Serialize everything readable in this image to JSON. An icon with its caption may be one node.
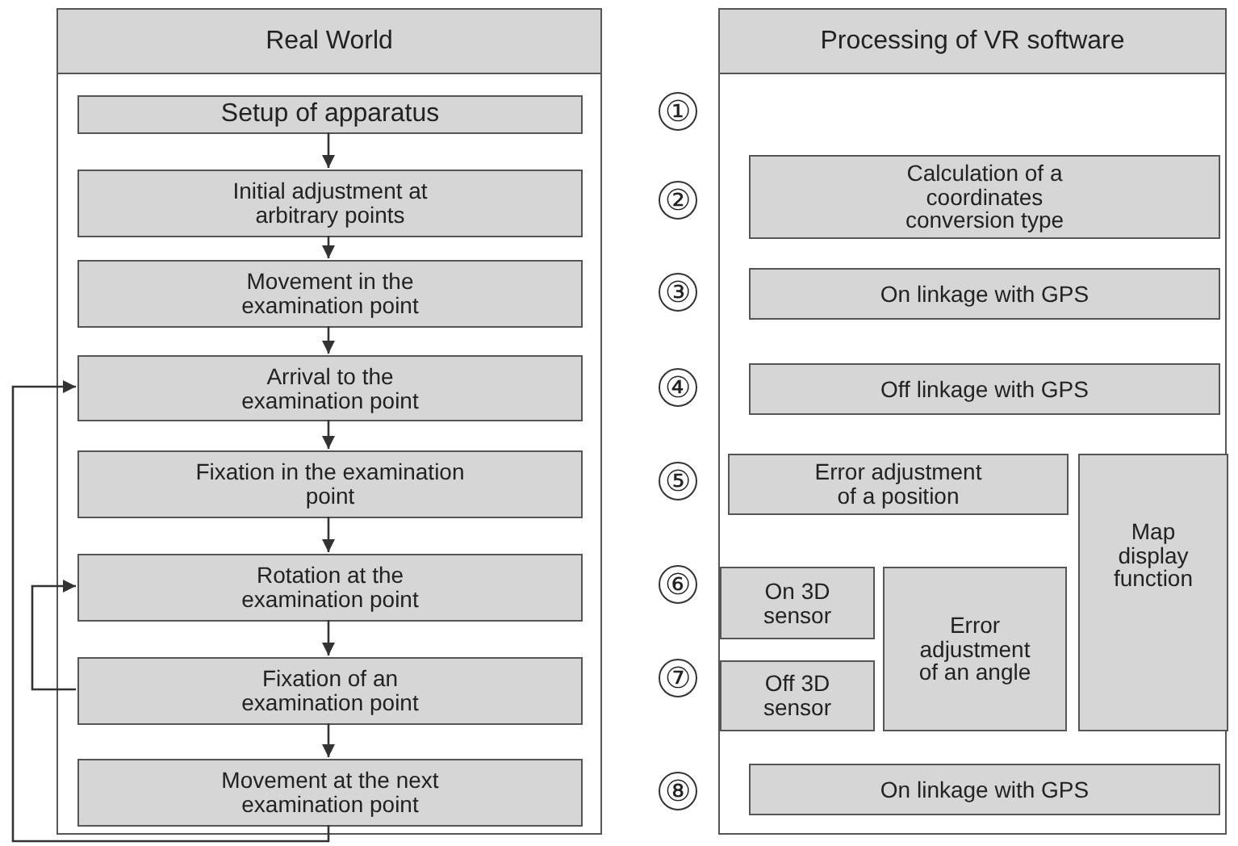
{
  "diagram": {
    "nodes": [
      {
        "text": [
          "Real World"
        ]
      },
      {
        "text": [
          "Setup of apparatus"
        ],
        "in": 0
      },
      {
        "text": [
          "Initial adjustment at arbitrary points"
        ],
        "in": 0
      },
      {
        "text": [
          "Movement in the examination point"
        ],
        "in": 0
      },
      {
        "text": [
          "Arrival to the examination point"
        ],
        "in": 0
      },
      {
        "text": [
          "Fixation in the examination point"
        ],
        "in": 0
      },
      {
        "text": [
          "Rotation at the examination point"
        ],
        "in": 0
      },
      {
        "text": [
          "Fixation of an examination point"
        ],
        "in": 0
      },
      {
        "text": [
          "Movement at the next examination point"
        ],
        "in": 0
      },
      {
        "text": [
          "Processing of VR software"
        ]
      },
      {
        "text": [
          "Calculation of a coordinates conversion type"
        ],
        "in": 9
      },
      {
        "text": [
          "On linkage with GPS"
        ],
        "in": 9
      },
      {
        "text": [
          "Off linkage with GPS"
        ],
        "in": 9
      },
      {
        "text": [
          "Error adjustment of a position"
        ],
        "in": 9
      },
      {
        "text": [
          "Map display function"
        ],
        "in": 9
      },
      {
        "text": [
          "On 3D sensor"
        ],
        "in": 9
      },
      {
        "text": [
          "Error adjustment of an angle"
        ],
        "in": 9
      },
      {
        "text": [
          "Off 3D sensor"
        ],
        "in": 9
      },
      {
        "text": [
          "On linkage with GPS"
        ],
        "in": 9
      }
    ],
    "edges": [
      {
        "from": 1,
        "to": 2,
        "arrow": "to"
      },
      {
        "from": 2,
        "to": 3,
        "arrow": "to"
      },
      {
        "from": 3,
        "to": 4,
        "arrow": "to"
      },
      {
        "from": 4,
        "to": 5,
        "arrow": "to"
      },
      {
        "from": 5,
        "to": 6,
        "arrow": "to"
      },
      {
        "from": 6,
        "to": 7,
        "arrow": "to"
      },
      {
        "from": 7,
        "to": 8,
        "arrow": "to"
      },
      {
        "from": 8,
        "to": 4,
        "arrow": "to"
      },
      {
        "from": 7,
        "to": 6,
        "arrow": "to"
      }
    ],
    "labels": [
      "①",
      "②",
      "③",
      "④",
      "⑤",
      "⑥",
      "⑦",
      "⑧"
    ]
  }
}
